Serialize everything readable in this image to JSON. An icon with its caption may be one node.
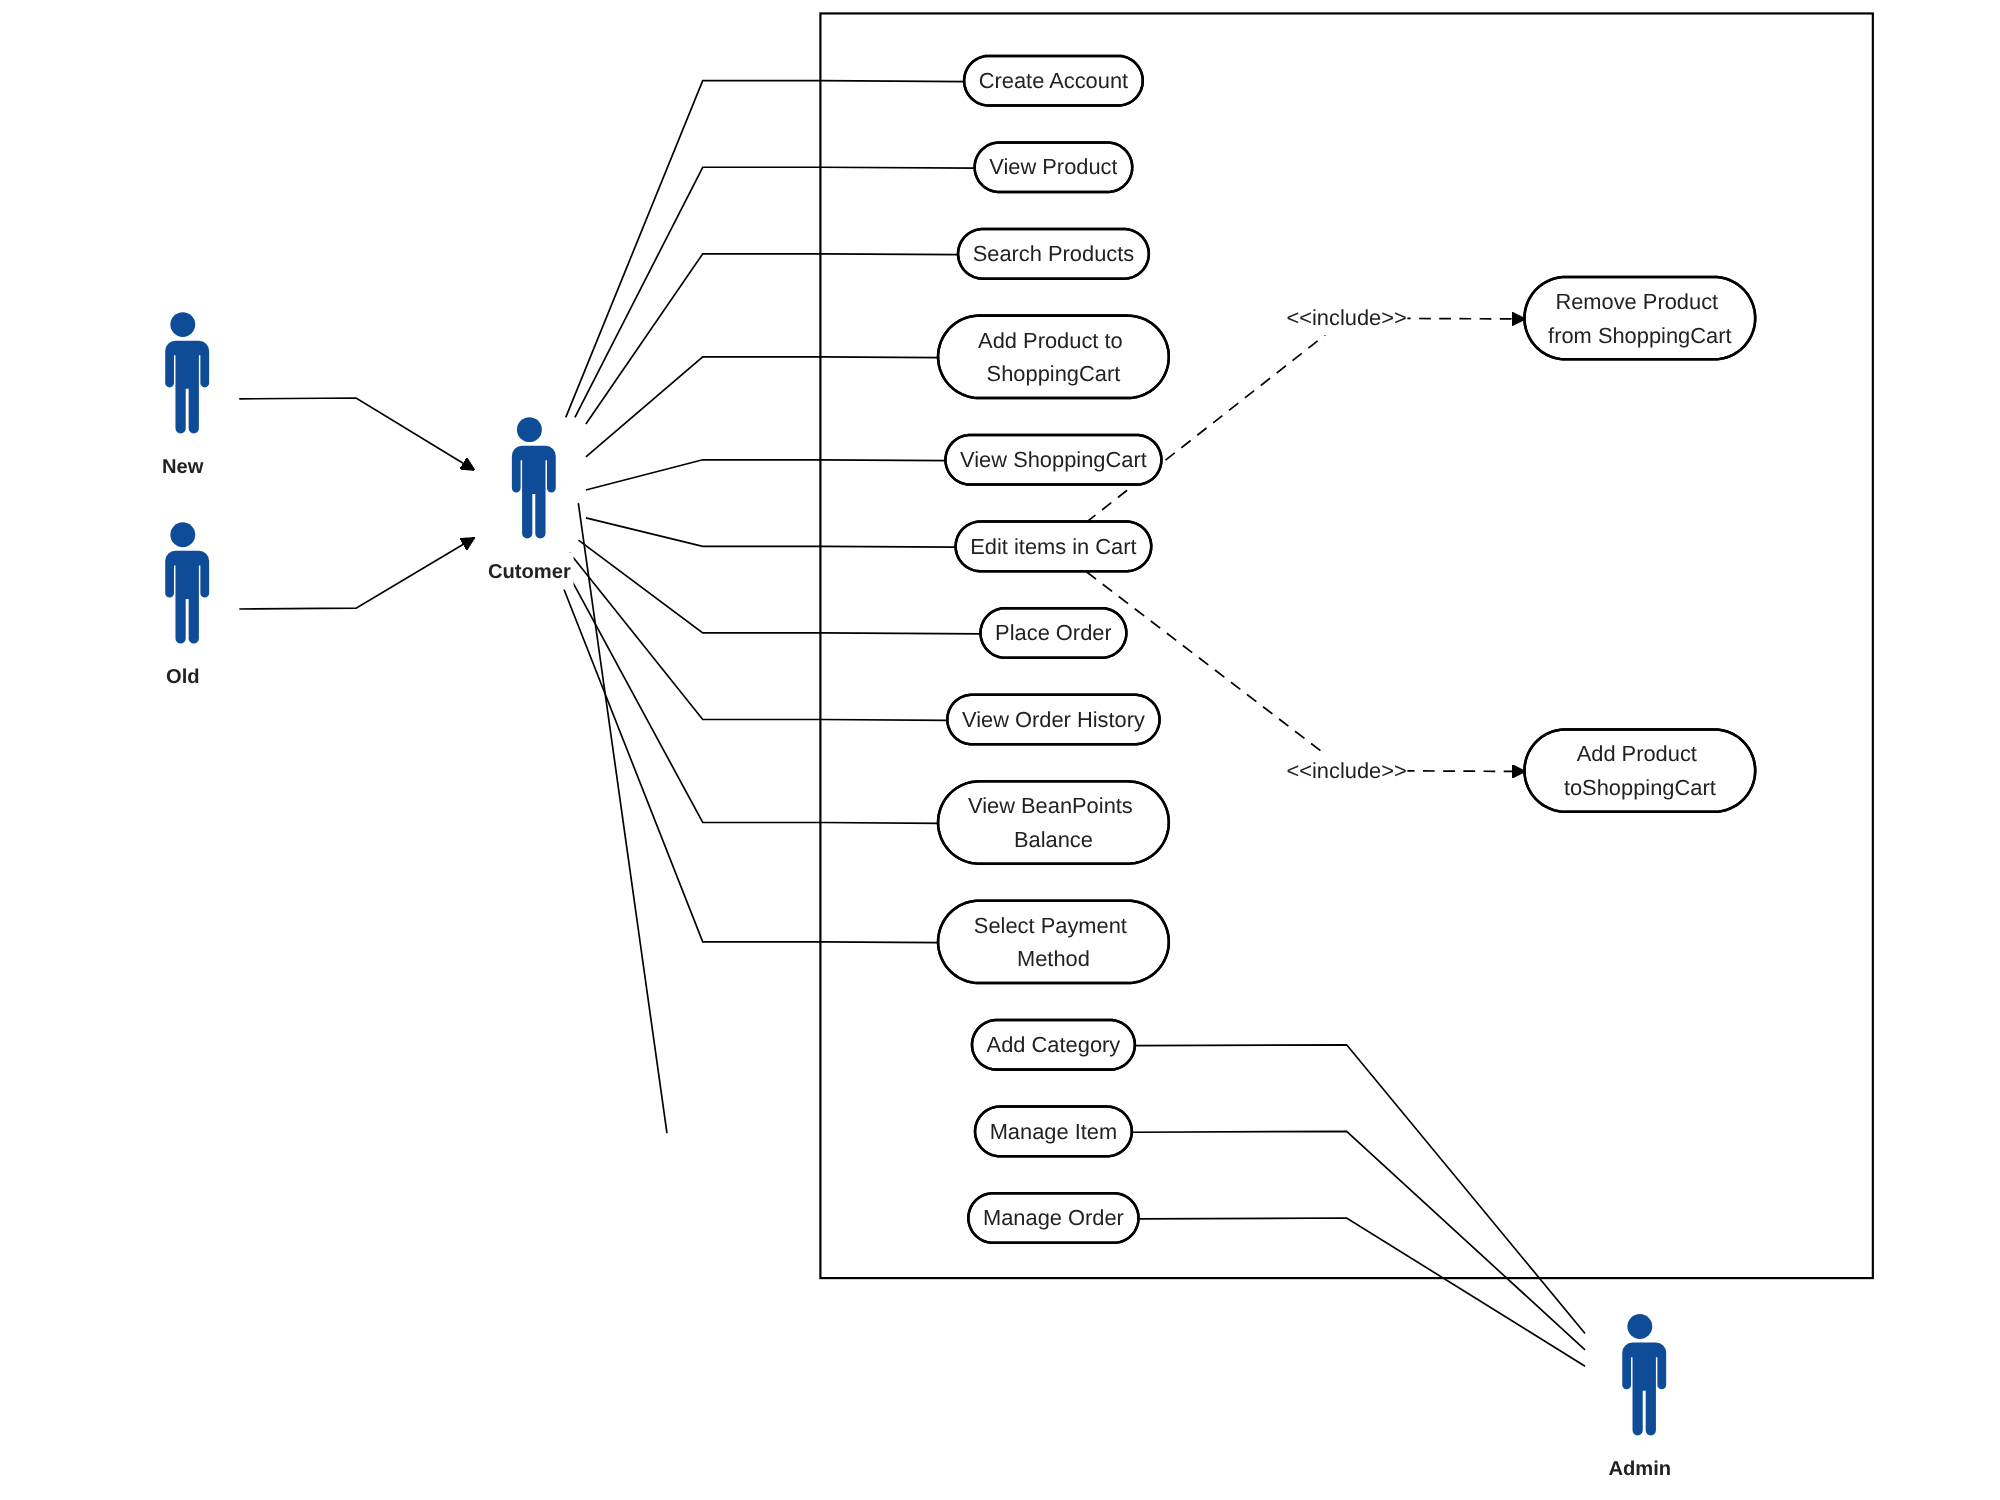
{
  "diagram": {
    "nodes": [
      {
        "text": [
          "Cutomer"
        ]
      },
      {
        "text": [
          "New"
        ]
      },
      {
        "text": [
          "Old"
        ]
      },
      {
        "text": [],
        "shape": "box"
      },
      {
        "text": [
          "Create Account"
        ],
        "in": 3
      },
      {
        "text": [
          "View Product"
        ],
        "in": 3
      },
      {
        "text": [
          "Search Products"
        ],
        "in": 3
      },
      {
        "text": [
          "Add Product to ShoppingCart"
        ],
        "in": 3
      },
      {
        "text": [
          "View ShoppingCart"
        ],
        "in": 3
      },
      {
        "text": [
          "Edit items in Cart"
        ],
        "in": 3
      },
      {
        "text": [
          "Place Order"
        ],
        "in": 3
      },
      {
        "text": [
          "View Order History"
        ],
        "in": 3
      },
      {
        "text": [
          "View BeanPoints Balance"
        ],
        "in": 3
      },
      {
        "text": [
          "Select Payment Method"
        ],
        "in": 3
      },
      {
        "text": [
          "Remove Product from ShoppingCart"
        ],
        "in": 3
      },
      {
        "text": [
          "Add Product toShoppingCart"
        ],
        "in": 3
      },
      {
        "text": [
          "Add Category"
        ],
        "in": 3
      },
      {
        "text": [
          "Manage Item"
        ],
        "in": 3
      },
      {
        "text": [
          "Manage Order"
        ],
        "in": 3
      },
      {
        "text": [
          "Admin"
        ]
      }
    ],
    "edges": [
      {
        "from": 0,
        "to": 4,
        "arrow": "none"
      },
      {
        "from": 0,
        "to": 5,
        "arrow": "none"
      },
      {
        "from": 0,
        "to": 6,
        "arrow": "none"
      },
      {
        "from": 0,
        "to": 7,
        "arrow": "none"
      },
      {
        "from": 0,
        "to": 8,
        "arrow": "none"
      },
      {
        "from": 0,
        "to": 9,
        "arrow": "none"
      },
      {
        "from": 0,
        "to": 10,
        "arrow": "none"
      },
      {
        "from": 0,
        "to": 11,
        "arrow": "none"
      },
      {
        "from": 0,
        "to": 12,
        "arrow": "none"
      },
      {
        "from": 0,
        "to": 13,
        "arrow": "none"
      },
      {
        "from": 0,
        "to": null,
        "arrow": "none"
      },
      {
        "from": 1,
        "to": 0,
        "arrow": "to"
      },
      {
        "from": 2,
        "to": 0,
        "arrow": "to"
      },
      {
        "from": 9,
        "to": 14,
        "arrow": "to",
        "style": "dashed",
        "label": "<<include>>"
      },
      {
        "from": 9,
        "to": 15,
        "arrow": "to",
        "style": "dashed",
        "label": "<<include>>"
      },
      {
        "from": 16,
        "to": 19,
        "arrow": "none"
      },
      {
        "from": 17,
        "to": 19,
        "arrow": "none"
      },
      {
        "from": 18,
        "to": 19,
        "arrow": "none"
      }
    ]
  }
}
